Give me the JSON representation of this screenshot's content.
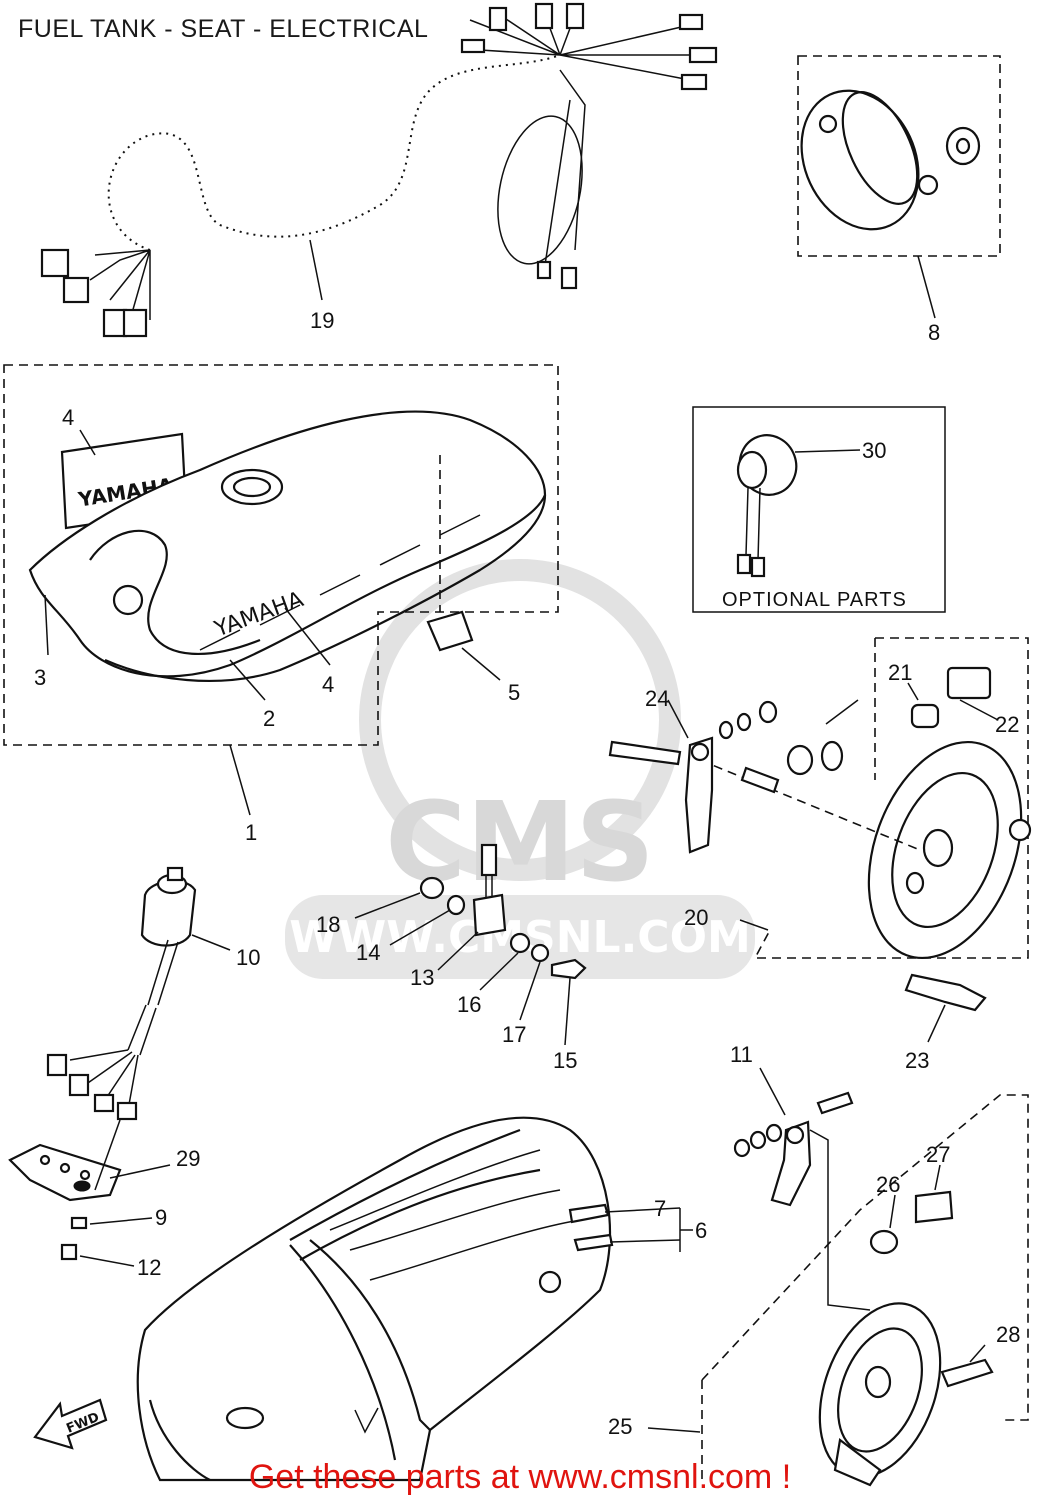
{
  "title": "FUEL TANK - SEAT - ELECTRICAL",
  "box_label": "OPTIONAL PARTS",
  "tank_brand": "YAMAHA",
  "decal_text": "YAMAHA",
  "seat_arrow": "FWD",
  "watermark": {
    "brand": "CMS",
    "url": "WWW.CMSNL.COM"
  },
  "footer": "Get these parts at www.cmsnl.com !",
  "colors": {
    "footer": "#e0140f",
    "watermark": "#d8d8d8",
    "line": "#111111"
  },
  "callouts": [
    "19",
    "8",
    "4",
    "3",
    "4",
    "2",
    "5",
    "30",
    "1",
    "24",
    "21",
    "22",
    "18",
    "14",
    "13",
    "16",
    "17",
    "15",
    "10",
    "20",
    "23",
    "29",
    "9",
    "12",
    "11",
    "7",
    "6",
    "27",
    "26",
    "28",
    "25"
  ]
}
